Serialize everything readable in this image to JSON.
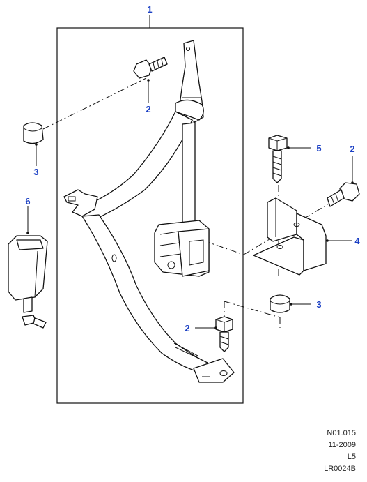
{
  "callouts": {
    "c1": "1",
    "c2_bolt_top": "2",
    "c2_bolt_right": "2",
    "c2_bolt_bottom": "2",
    "c3_cap_left": "3",
    "c3_cap_right": "3",
    "c4": "4",
    "c5": "5",
    "c6": "6"
  },
  "reference": {
    "line1": "N01.015",
    "line2": "11-2009",
    "line3": "L5",
    "line4": "LR0024B"
  }
}
